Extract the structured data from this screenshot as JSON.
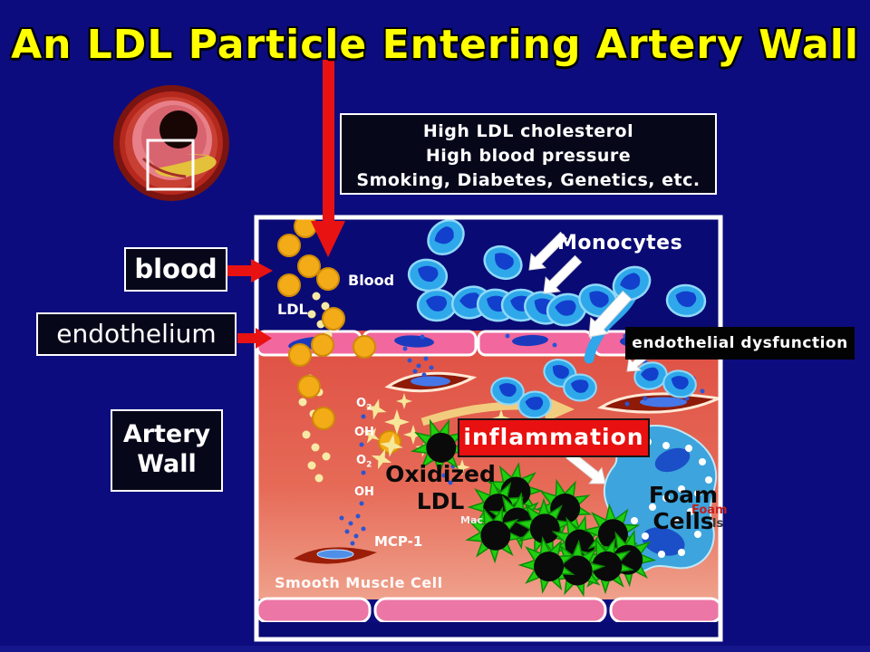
{
  "slide": {
    "title": "An LDL Particle Entering Artery Wall"
  },
  "risk_box": {
    "lines": [
      "High LDL cholesterol",
      "High blood pressure",
      "Smoking, Diabetes, Genetics, etc."
    ]
  },
  "side_labels": {
    "blood": "blood",
    "endothelium": "endothelium",
    "artery_wall_line1": "Artery",
    "artery_wall_line2": "Wall"
  },
  "diagram": {
    "blood": "Blood",
    "ldl": "LDL",
    "monocytes": "Monocytes",
    "endothelial_dysfunction": "endothelial dysfunction",
    "inflammation": "inflammation",
    "oxidized_line1": "Oxidized",
    "oxidized_line2": "LDL",
    "foam_line1": "Foam",
    "foam_line2": "Cells",
    "foam_underlay_1": "Foam",
    "foam_underlay_2": "ls",
    "macrophage_partial": "Mac",
    "mcp1": "MCP-1",
    "smooth_muscle_cell": "Smooth Muscle Cell",
    "o2_base": "O",
    "o2_sub": "2",
    "oh": "OH"
  },
  "colors": {
    "background_navy": "#0c0c7e",
    "title_yellow": "#ffff00",
    "arrow_red": "#e81212",
    "inflammation_red": "#e81010",
    "artery_wall_red": "#e05245",
    "endothelium_pink": "#f2679d",
    "monocyte_blue": "#2ea8ea",
    "ldl_orange": "#f3ac17",
    "oxidized_green": "#1fcf10",
    "label_box_black": "#07071a"
  }
}
